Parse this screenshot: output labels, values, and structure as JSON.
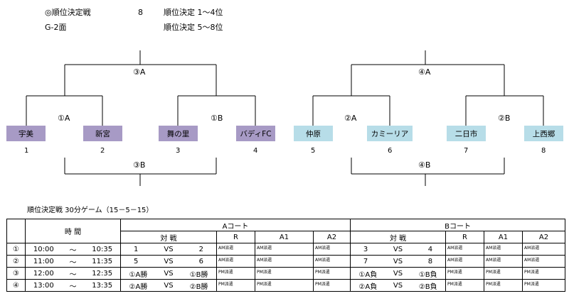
{
  "header": {
    "title": "◎順位決定戦",
    "count": "8",
    "rank_1_4": "順位決定 1～4位",
    "court": "G-2面",
    "rank_5_8": "順位決定 5～8位"
  },
  "bracket_left": {
    "final_label": "③A",
    "semi_left_label": "①A",
    "semi_right_label": "①B",
    "bottom_label": "③B",
    "teams": [
      {
        "name": "宇美",
        "seed": "1"
      },
      {
        "name": "新宮",
        "seed": "2"
      },
      {
        "name": "舞の里",
        "seed": "3"
      },
      {
        "name": "バディFC",
        "seed": "4"
      }
    ]
  },
  "bracket_right": {
    "final_label": "④A",
    "semi_left_label": "②A",
    "semi_right_label": "②B",
    "bottom_label": "④B",
    "teams": [
      {
        "name": "仲原",
        "seed": "5"
      },
      {
        "name": "カミーリア",
        "seed": "6"
      },
      {
        "name": "二日市",
        "seed": "7"
      },
      {
        "name": "上西郷",
        "seed": "8"
      }
    ]
  },
  "colors": {
    "left_team_bg": "#a79ac5",
    "right_team_bg": "#b7dde8"
  },
  "schedule": {
    "caption": "順位決定戦 30分ゲーム（15－5－15）",
    "time_header": "時 間",
    "a_court": "Aコート",
    "b_court": "Bコート",
    "match_header": "対 戦",
    "r": "R",
    "a1": "A1",
    "a2": "A2",
    "rows": [
      {
        "no": "①",
        "start": "10:00",
        "sep": "～",
        "end": "10:35",
        "a_home": "1",
        "a_vs": "VS",
        "a_away": "2",
        "a_r": "AM派遣",
        "a_a1": "AM派遣",
        "a_a2": "AM派遣",
        "b_home": "3",
        "b_vs": "VS",
        "b_away": "4",
        "b_r": "AM派遣",
        "b_a1": "AM派遣",
        "b_a2": "AM派遣"
      },
      {
        "no": "②",
        "start": "11:00",
        "sep": "～",
        "end": "11:35",
        "a_home": "5",
        "a_vs": "VS",
        "a_away": "6",
        "a_r": "AM派遣",
        "a_a1": "AM派遣",
        "a_a2": "AM派遣",
        "b_home": "7",
        "b_vs": "VS",
        "b_away": "8",
        "b_r": "AM派遣",
        "b_a1": "AM派遣",
        "b_a2": "AM派遣"
      },
      {
        "no": "③",
        "start": "12:00",
        "sep": "～",
        "end": "12:35",
        "a_home": "①A勝",
        "a_vs": "VS",
        "a_away": "①B勝",
        "a_r": "PM派遣",
        "a_a1": "PM派遣",
        "a_a2": "PM派遣",
        "b_home": "①A負",
        "b_vs": "VS",
        "b_away": "①B負",
        "b_r": "PM派遣",
        "b_a1": "PM派遣",
        "b_a2": "PM派遣"
      },
      {
        "no": "④",
        "start": "13:00",
        "sep": "～",
        "end": "13:35",
        "a_home": "②A勝",
        "a_vs": "VS",
        "a_away": "②B勝",
        "a_r": "PM派遣",
        "a_a1": "PM派遣",
        "a_a2": "PM派遣",
        "b_home": "②A負",
        "b_vs": "VS",
        "b_away": "②B負",
        "b_r": "PM派遣",
        "b_a1": "PM派遣",
        "b_a2": "PM派遣"
      }
    ]
  }
}
